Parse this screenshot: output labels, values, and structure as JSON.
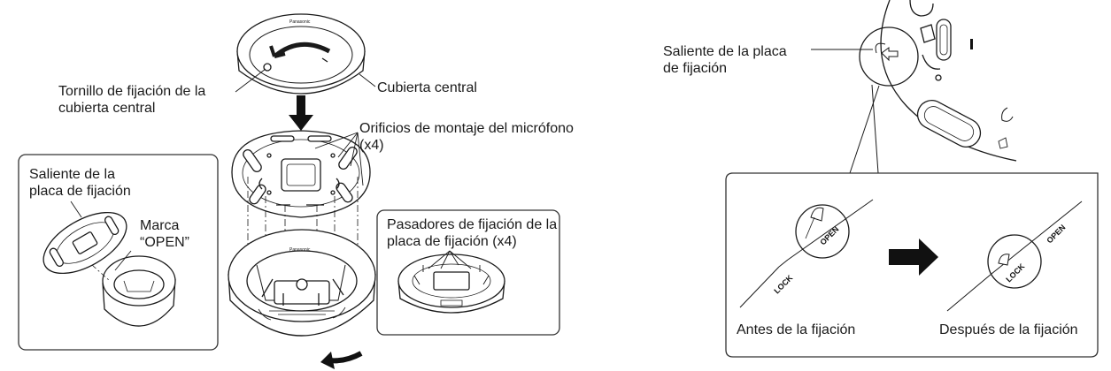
{
  "figure": {
    "labels": {
      "center_cover_screw": [
        "Tornillo de fijación de la",
        "cubierta central"
      ],
      "center_cover": "Cubierta central",
      "mic_holes": [
        "Orificios de montaje del micrófono",
        "(x4)"
      ],
      "plate_tab_left": [
        "Saliente de la",
        "placa de fijación"
      ],
      "open_mark": [
        "Marca",
        "“OPEN”"
      ],
      "fixing_pins": [
        "Pasadores de fijación de la",
        "placa de fijación (x4)"
      ],
      "plate_tab_right": [
        "Saliente de la placa",
        "de fijación"
      ],
      "before": "Antes de la fijación",
      "after": "Después de la fijación"
    },
    "markings": {
      "open": "OPEN",
      "lock": "LOCK",
      "brand": "Panasonic"
    }
  },
  "colors": {
    "line": "#1a1a1a",
    "fill": "#ffffff",
    "arrow": "#111111",
    "box": "#333333"
  }
}
